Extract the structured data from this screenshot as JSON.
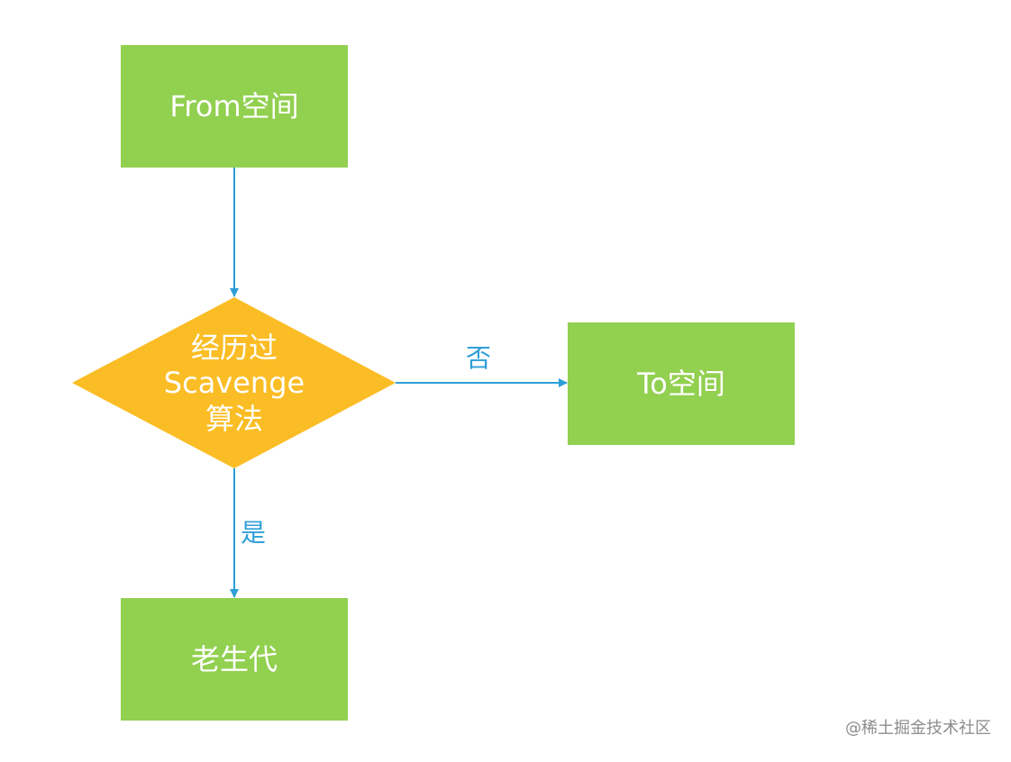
{
  "nodes": {
    "from": "From空间",
    "decision": {
      "line1": "经历过",
      "line2": "Scavenge",
      "line3": "算法"
    },
    "to": "To空间",
    "old_generation": "老生代"
  },
  "edges": {
    "no_label": "否",
    "yes_label": "是"
  },
  "watermark": "@稀土掘金技术社区",
  "colors": {
    "process_box": "#92d050",
    "decision_diamond": "#fbbd25",
    "connector": "#2e9fd8",
    "node_text": "#ffffff",
    "watermark_text": "#8c8c8c"
  }
}
